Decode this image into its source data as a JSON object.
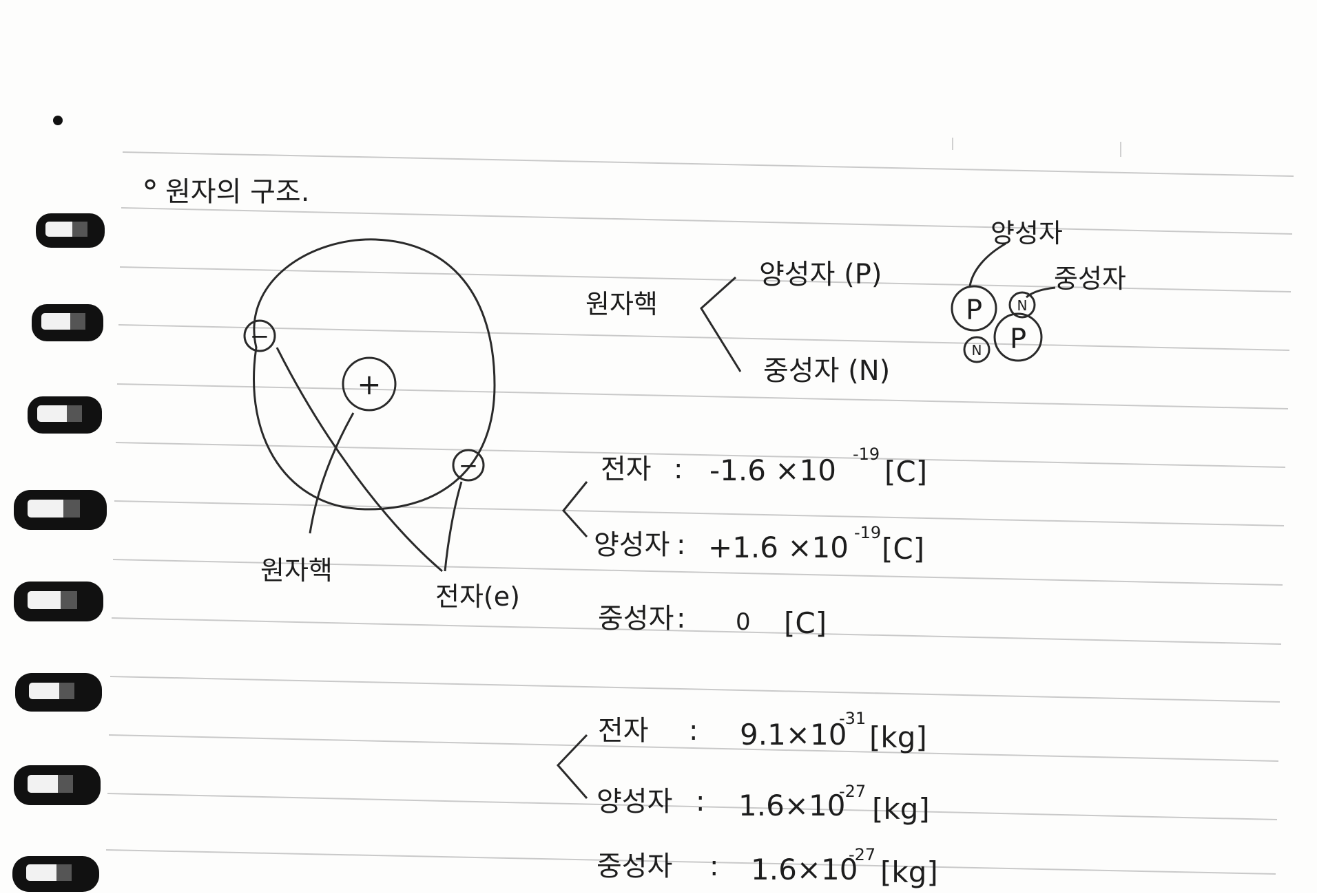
{
  "title": "원자의 구조.",
  "atom_diagram": {
    "nucleus_symbol": "+",
    "electron_symbol": "−",
    "nucleus_label": "원자핵",
    "electron_label": "전자(e)"
  },
  "nucleus_composition": {
    "heading": "원자핵",
    "items": [
      "양성자 (P)",
      "중성자 (N)"
    ]
  },
  "nucleus_sketch": {
    "proton_label": "양성자",
    "neutron_label": "중성자",
    "proton_symbol": "P",
    "neutron_symbol": "N"
  },
  "charges": [
    {
      "particle": "전자",
      "value": "-1.6 ×10",
      "exp": "-19",
      "unit": "[C]"
    },
    {
      "particle": "양성자",
      "value": "+1.6 ×10",
      "exp": "-19",
      "unit": "[C]"
    },
    {
      "particle": "중성자",
      "value": "0",
      "exp": "",
      "unit": "[C]"
    }
  ],
  "masses": [
    {
      "particle": "전자",
      "value": "9.1×10",
      "exp": "-31",
      "unit": "[kg]"
    },
    {
      "particle": "양성자",
      "value": "1.6×10",
      "exp": "-27",
      "unit": "[kg]"
    },
    {
      "particle": "중성자",
      "value": "1.6×10",
      "exp": "-27",
      "unit": "[kg]"
    }
  ],
  "colors": {
    "ink": "#1d1d1d",
    "paper": "#fdfdfc",
    "rule_line": "#c9c9c9",
    "binding": "#111111"
  }
}
